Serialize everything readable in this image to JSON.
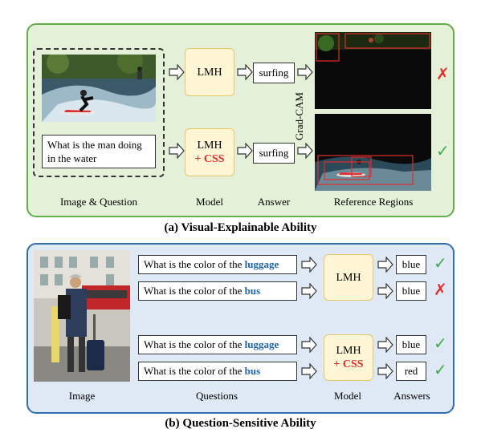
{
  "panel_a": {
    "title": "(a) Visual-Explainable Ability",
    "question_text": "What is the man doing in the water",
    "model_top": "LMH",
    "model_bottom_base": "LMH",
    "model_bottom_plus": "+ CSS",
    "answer_top": "surfing",
    "answer_bottom": "surfing",
    "gradcam": "Grad-CAM",
    "captions": [
      "Image & Question",
      "Model",
      "Answer",
      "Reference Regions"
    ],
    "mark_top": "✗",
    "mark_bottom": "✓"
  },
  "panel_b": {
    "title": "(b) Question-Sensitive Ability",
    "questions": [
      {
        "prefix": "What is the color of the ",
        "keyword": "luggage"
      },
      {
        "prefix": "What is the color of the ",
        "keyword": "bus"
      },
      {
        "prefix": "What is the color of the ",
        "keyword": "luggage"
      },
      {
        "prefix": "What is the color of the ",
        "keyword": "bus"
      }
    ],
    "model_top": "LMH",
    "model_bottom_base": "LMH",
    "model_bottom_plus": "+ CSS",
    "answers": [
      "blue",
      "blue",
      "blue",
      "red"
    ],
    "marks": [
      "✓",
      "✗",
      "✓",
      "✓"
    ],
    "captions": [
      "Image",
      "Questions",
      "Model",
      "Answers"
    ]
  },
  "colors": {
    "green": "#5fae48",
    "blue": "#2f6fb0",
    "red": "#e02d2d",
    "check": "#3faa4a"
  }
}
